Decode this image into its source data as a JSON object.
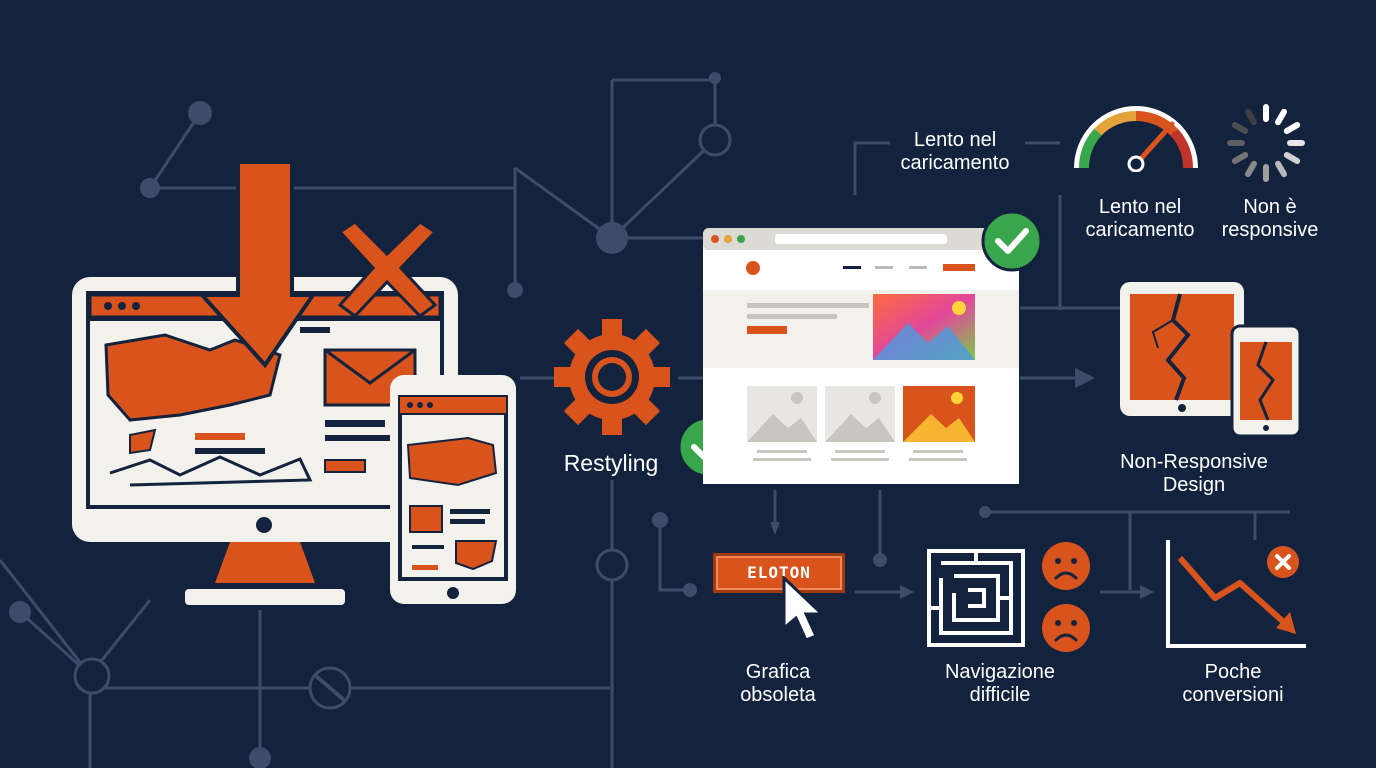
{
  "labels": {
    "restyling": "Restyling",
    "lento_top": [
      "Lento nel",
      "caricamento"
    ],
    "lento_gauge": [
      "Lento nel",
      "caricamento"
    ],
    "non_responsive": [
      "Non è",
      "responsive"
    ],
    "non_responsive_design": [
      "Non-Responsive",
      "Design"
    ],
    "grafica": [
      "Grafica",
      "obsoleta"
    ],
    "navigazione": [
      "Navigazione",
      "difficile"
    ],
    "poche": [
      "Poche",
      "conversioni"
    ]
  },
  "button_text": "ELOTON",
  "colors": {
    "background": "#13233d",
    "accent": "#d9541c",
    "lines": "#3b4d68",
    "check": "#3aa64c",
    "panel": "#f3f1ec"
  },
  "icons": [
    "down-arrow-icon",
    "x-mark-icon",
    "gear-icon",
    "check-icon",
    "gauge-icon",
    "spinner-icon",
    "cursor-icon",
    "maze-icon",
    "sad-face-icon",
    "declining-chart-icon"
  ]
}
